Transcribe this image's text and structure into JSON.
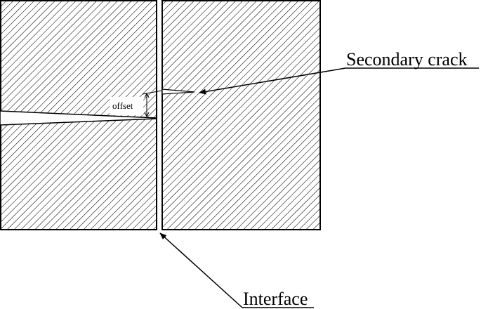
{
  "labels": {
    "secondary_crack": "Secondary crack",
    "interface": "Interface",
    "offset": "offset"
  },
  "colors": {
    "stroke": "#000000",
    "hatch": "#000000",
    "background": "#ffffff"
  }
}
